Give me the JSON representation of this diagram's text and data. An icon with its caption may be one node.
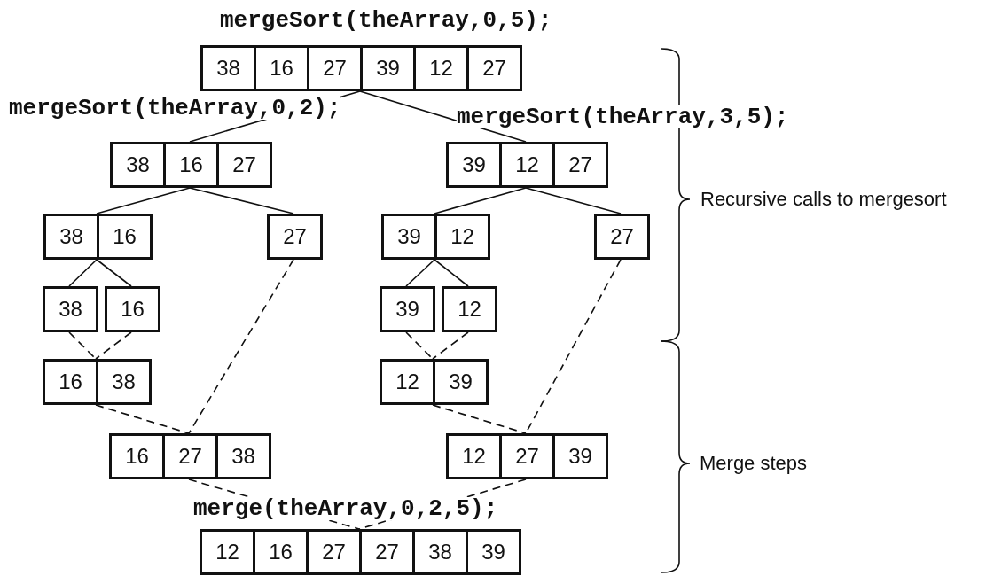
{
  "diagram": {
    "nodes": [
      {
        "text": [
          "38",
          "16",
          "27",
          "39",
          "12",
          "27"
        ],
        "beside": [
          "mergeSort(theArray,0,5);"
        ]
      },
      {
        "text": [
          "38",
          "16",
          "27"
        ]
      },
      {
        "text": [
          "39",
          "12",
          "27"
        ]
      },
      {
        "text": [
          "38",
          "16"
        ]
      },
      {
        "text": [
          "27"
        ]
      },
      {
        "text": [
          "39",
          "12"
        ]
      },
      {
        "text": [
          "27"
        ]
      },
      {
        "text": [
          "38"
        ]
      },
      {
        "text": [
          "16"
        ]
      },
      {
        "text": [
          "39"
        ]
      },
      {
        "text": [
          "12"
        ]
      },
      {
        "text": [
          "16",
          "38"
        ]
      },
      {
        "text": [
          "12",
          "39"
        ]
      },
      {
        "text": [
          "16",
          "27",
          "38"
        ]
      },
      {
        "text": [
          "12",
          "27",
          "39"
        ]
      },
      {
        "text": [
          "12",
          "16",
          "27",
          "27",
          "38",
          "39"
        ],
        "beside": [
          "merge(theArray,0,2,5);"
        ]
      }
    ],
    "edges": [
      {
        "from": 0,
        "to": 1,
        "arrow": "none"
      },
      {
        "from": 0,
        "to": 2,
        "arrow": "none"
      },
      {
        "from": 1,
        "to": 3,
        "arrow": "none"
      },
      {
        "from": 1,
        "to": 4,
        "arrow": "none"
      },
      {
        "from": 2,
        "to": 5,
        "arrow": "none"
      },
      {
        "from": 2,
        "to": 6,
        "arrow": "none"
      },
      {
        "from": 3,
        "to": 7,
        "arrow": "none"
      },
      {
        "from": 3,
        "to": 8,
        "arrow": "none"
      },
      {
        "from": 5,
        "to": 9,
        "arrow": "none"
      },
      {
        "from": 5,
        "to": 10,
        "arrow": "none"
      },
      {
        "from": 7,
        "to": 11,
        "arrow": "none",
        "style": "dashed"
      },
      {
        "from": 8,
        "to": 11,
        "arrow": "none",
        "style": "dashed"
      },
      {
        "from": 9,
        "to": 12,
        "arrow": "none",
        "style": "dashed"
      },
      {
        "from": 10,
        "to": 12,
        "arrow": "none",
        "style": "dashed"
      },
      {
        "from": 11,
        "to": 13,
        "arrow": "none",
        "style": "dashed"
      },
      {
        "from": 4,
        "to": 13,
        "arrow": "none",
        "style": "dashed"
      },
      {
        "from": 12,
        "to": 14,
        "arrow": "none",
        "style": "dashed"
      },
      {
        "from": 6,
        "to": 14,
        "arrow": "none",
        "style": "dashed"
      },
      {
        "from": 13,
        "to": 15,
        "arrow": "none",
        "style": "dashed"
      },
      {
        "from": 14,
        "to": 15,
        "arrow": "none",
        "style": "dashed"
      }
    ],
    "labels": [
      "mergeSort(theArray,0,2);",
      "mergeSort(theArray,3,5);",
      "Recursive calls to mergesort",
      "Merge steps"
    ]
  }
}
